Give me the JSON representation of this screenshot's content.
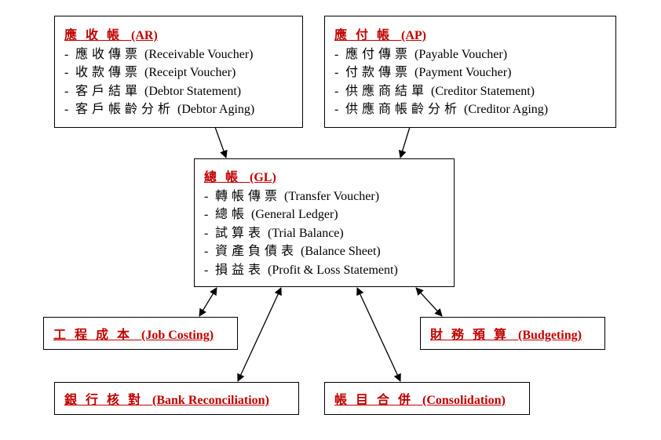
{
  "ar": {
    "title_zh": "應收帳",
    "title_en": "(AR)",
    "items": [
      {
        "zh": "應收傳票",
        "en": "(Receivable Voucher)"
      },
      {
        "zh": "收款傳票",
        "en": "(Receipt Voucher)"
      },
      {
        "zh": "客戶結單",
        "en": "(Debtor Statement)"
      },
      {
        "zh": "客戶帳齡分析",
        "en": "(Debtor Aging)"
      }
    ]
  },
  "ap": {
    "title_zh": "應付帳",
    "title_en": "(AP)",
    "items": [
      {
        "zh": "應付傳票",
        "en": "(Payable Voucher)"
      },
      {
        "zh": "付款傳票",
        "en": "(Payment Voucher)"
      },
      {
        "zh": "供應商結單",
        "en": "(Creditor Statement)"
      },
      {
        "zh": "供應商帳齡分析",
        "en": "(Creditor Aging)"
      }
    ]
  },
  "gl": {
    "title_zh": "總帳",
    "title_en": "(GL)",
    "items": [
      {
        "zh": "轉帳傳票",
        "en": "(Transfer Voucher)"
      },
      {
        "zh": "總帳",
        "en": "(General Ledger)"
      },
      {
        "zh": "試算表",
        "en": "(Trial Balance)"
      },
      {
        "zh": "資產負債表",
        "en": "(Balance Sheet)"
      },
      {
        "zh": "損益表",
        "en": "(Profit & Loss Statement)"
      }
    ]
  },
  "job_costing": {
    "zh": "工程成本",
    "en": "(Job Costing)"
  },
  "budgeting": {
    "zh": "財務預算",
    "en": "(Budgeting)"
  },
  "bank_reconciliation": {
    "zh": "銀行核對",
    "en": "(Bank Reconciliation)"
  },
  "consolidation": {
    "zh": "帳目合併",
    "en": "(Consolidation)"
  },
  "item_dash": "-"
}
